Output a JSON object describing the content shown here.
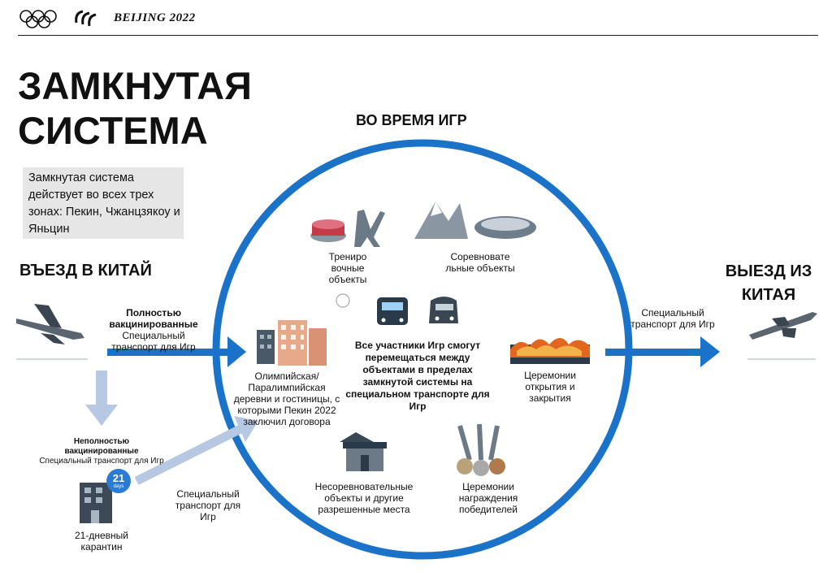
{
  "header": {
    "brand": "BEIJING 2022",
    "olympic_rings_icon": "olympic-rings-icon",
    "paralympic_icon": "paralympic-agitos-icon"
  },
  "title_line1": "ЗАМКНУТАЯ",
  "title_line2": "СИСТЕМА",
  "note": "Замкнутая система действует во всех трех зонах: Пекин, Чжанцзякоу и Яньцин",
  "entry": {
    "heading": "ВЪЕЗД В КИТАЙ",
    "vaccinated_bold": "Полностью вакцинированные",
    "vaccinated_transport": "Специальный транспорт для Игр",
    "unvaccinated_bold": "Неполностью вакцинированные",
    "unvaccinated_transport": "Специальный транспорт для Игр",
    "quarantine_badge": "21",
    "quarantine_badge_sub": "days",
    "quarantine_label": "21-дневный карантин",
    "quarantine_transport": "Специальный транспорт для Игр"
  },
  "during": {
    "heading": "ВО ВРЕМЯ ИГР",
    "training": "Трениро вочные объекты",
    "competition": "Соревновате льные объекты",
    "villages": "Олимпийская/Паралимпийская деревни и гостиницы, с которыми Пекин 2022 заключил договора",
    "center": "Все участники Игр смогут перемещаться между объектами в пределах замкнутой системы на специальном транспорте для Игр",
    "ceremonies": "Церемонии открытия и закрытия",
    "noncompetition": "Несоревновательные объекты и другие разрешенные места",
    "medals": "Церемонии награждения победителей"
  },
  "exit": {
    "heading_line1": "ВЫЕЗД ИЗ",
    "heading_line2": "КИТАЯ",
    "transport": "Специальный транспорт для Игр"
  },
  "colors": {
    "circle": "#1a73c8",
    "arrow": "#1a73c8",
    "light_arrow": "#b7c9e2",
    "note_bg": "#e6e6e6"
  }
}
